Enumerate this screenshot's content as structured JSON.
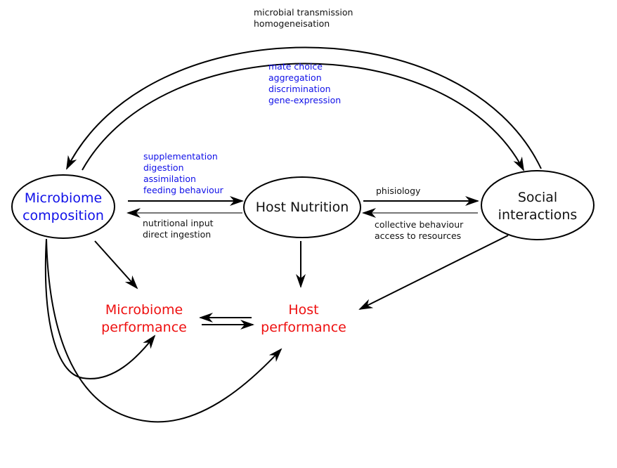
{
  "nodes": {
    "microbiome_composition": [
      "Microbiome",
      "composition"
    ],
    "host_nutrition": "Host Nutrition",
    "social_interactions": [
      "Social",
      "interactions"
    ],
    "microbiome_performance": [
      "Microbiome",
      "performance"
    ],
    "host_performance": [
      "Host",
      "performance"
    ]
  },
  "edge_labels": {
    "top_outer": [
      "microbial transmission",
      "homogeneisation"
    ],
    "top_inner": [
      "mate choice",
      "aggregation",
      "discrimination",
      "gene-expression"
    ],
    "mc_to_hn": [
      "supplementation",
      "digestion",
      "assimilation",
      "feeding behaviour"
    ],
    "hn_to_mc": [
      "nutritional input",
      "direct ingestion"
    ],
    "hn_to_si": "phisiology",
    "si_to_hn": [
      "collective behaviour",
      "access to resources"
    ]
  },
  "colors": {
    "blue": "#1010e8",
    "red": "#ee1010",
    "arrow": "#000000",
    "arrow_back": "#777777"
  }
}
